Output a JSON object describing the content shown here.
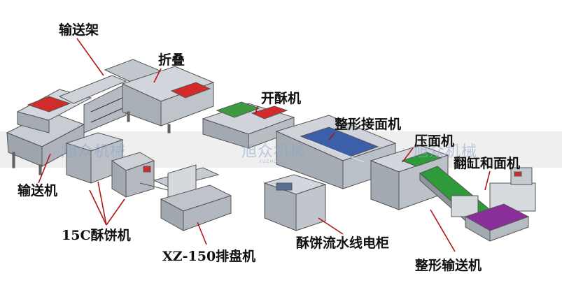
{
  "labels": {
    "conveyor_rack": "输送架",
    "folding": "折叠",
    "pastry_opener": "开酥机",
    "shaping_receiving": "整形接面机",
    "dough_press": "压面机",
    "bowl_mixer": "翻缸和面机",
    "conveyor": "输送机",
    "pastry_machine_15c": "15C酥饼机",
    "tray_arranger": "XZ-150排盘机",
    "control_cabinet": "酥饼流水线电柜",
    "shaping_conveyor": "整形输送机"
  },
  "watermark": {
    "text": "旭众机械",
    "subtext": "XUZHONG"
  },
  "colors": {
    "machine_frame": "#9aa0a8",
    "panel": "#c9ced6",
    "blue": "#3b5fa8",
    "green": "#2f9a3a",
    "red": "#d62a2a",
    "purple": "#8a2f9a",
    "watermark_band": "#e6e6e6",
    "arrow": "#b01818"
  }
}
